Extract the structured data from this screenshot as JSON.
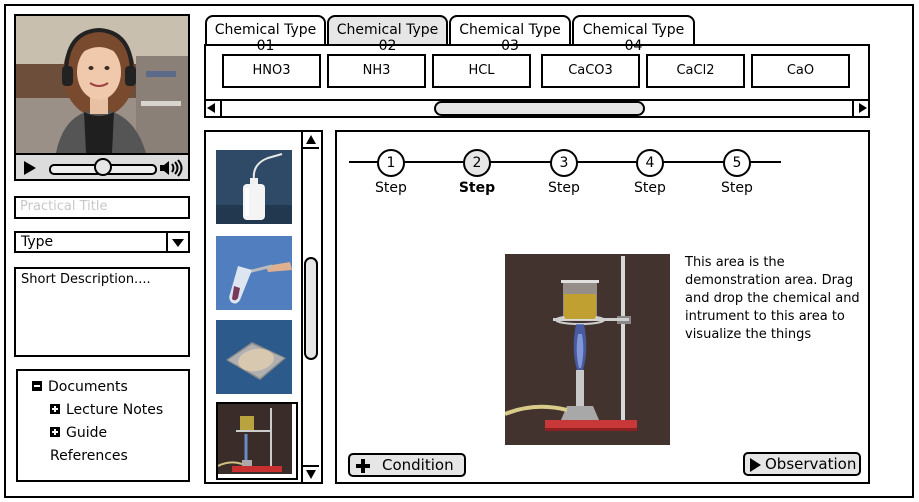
{
  "video": {
    "progress": 0.5
  },
  "form": {
    "title_placeholder": "Practical Title",
    "type_value": "Type",
    "description": "Short Description...."
  },
  "tree": {
    "root": "Documents",
    "children": [
      "Lecture Notes",
      "Guide"
    ],
    "sibling": "References"
  },
  "tabs": [
    "Chemical Type 01",
    "Chemical Type 02",
    "Chemical Type 03",
    "Chemical Type 04"
  ],
  "active_tab": "Chemical Type 02",
  "chemicals": [
    "HNO3",
    "NH3",
    "HCL",
    "CaCO3",
    "CaCl2",
    "CaO"
  ],
  "steps": [
    {
      "number": "1",
      "label": "Step"
    },
    {
      "number": "2",
      "label": "Step"
    },
    {
      "number": "3",
      "label": "Step"
    },
    {
      "number": "4",
      "label": "Step"
    },
    {
      "number": "5",
      "label": "Step"
    }
  ],
  "active_step": "2",
  "demo": {
    "text": "This area is the demonstration area. Drag and drop the chemical and intrument to this area to visualize the things"
  },
  "buttons": {
    "condition": "Condition",
    "observation": "Observation"
  },
  "colors": {
    "active_fill": "#e6e6e6",
    "placeholder": "#c8c8c8"
  }
}
